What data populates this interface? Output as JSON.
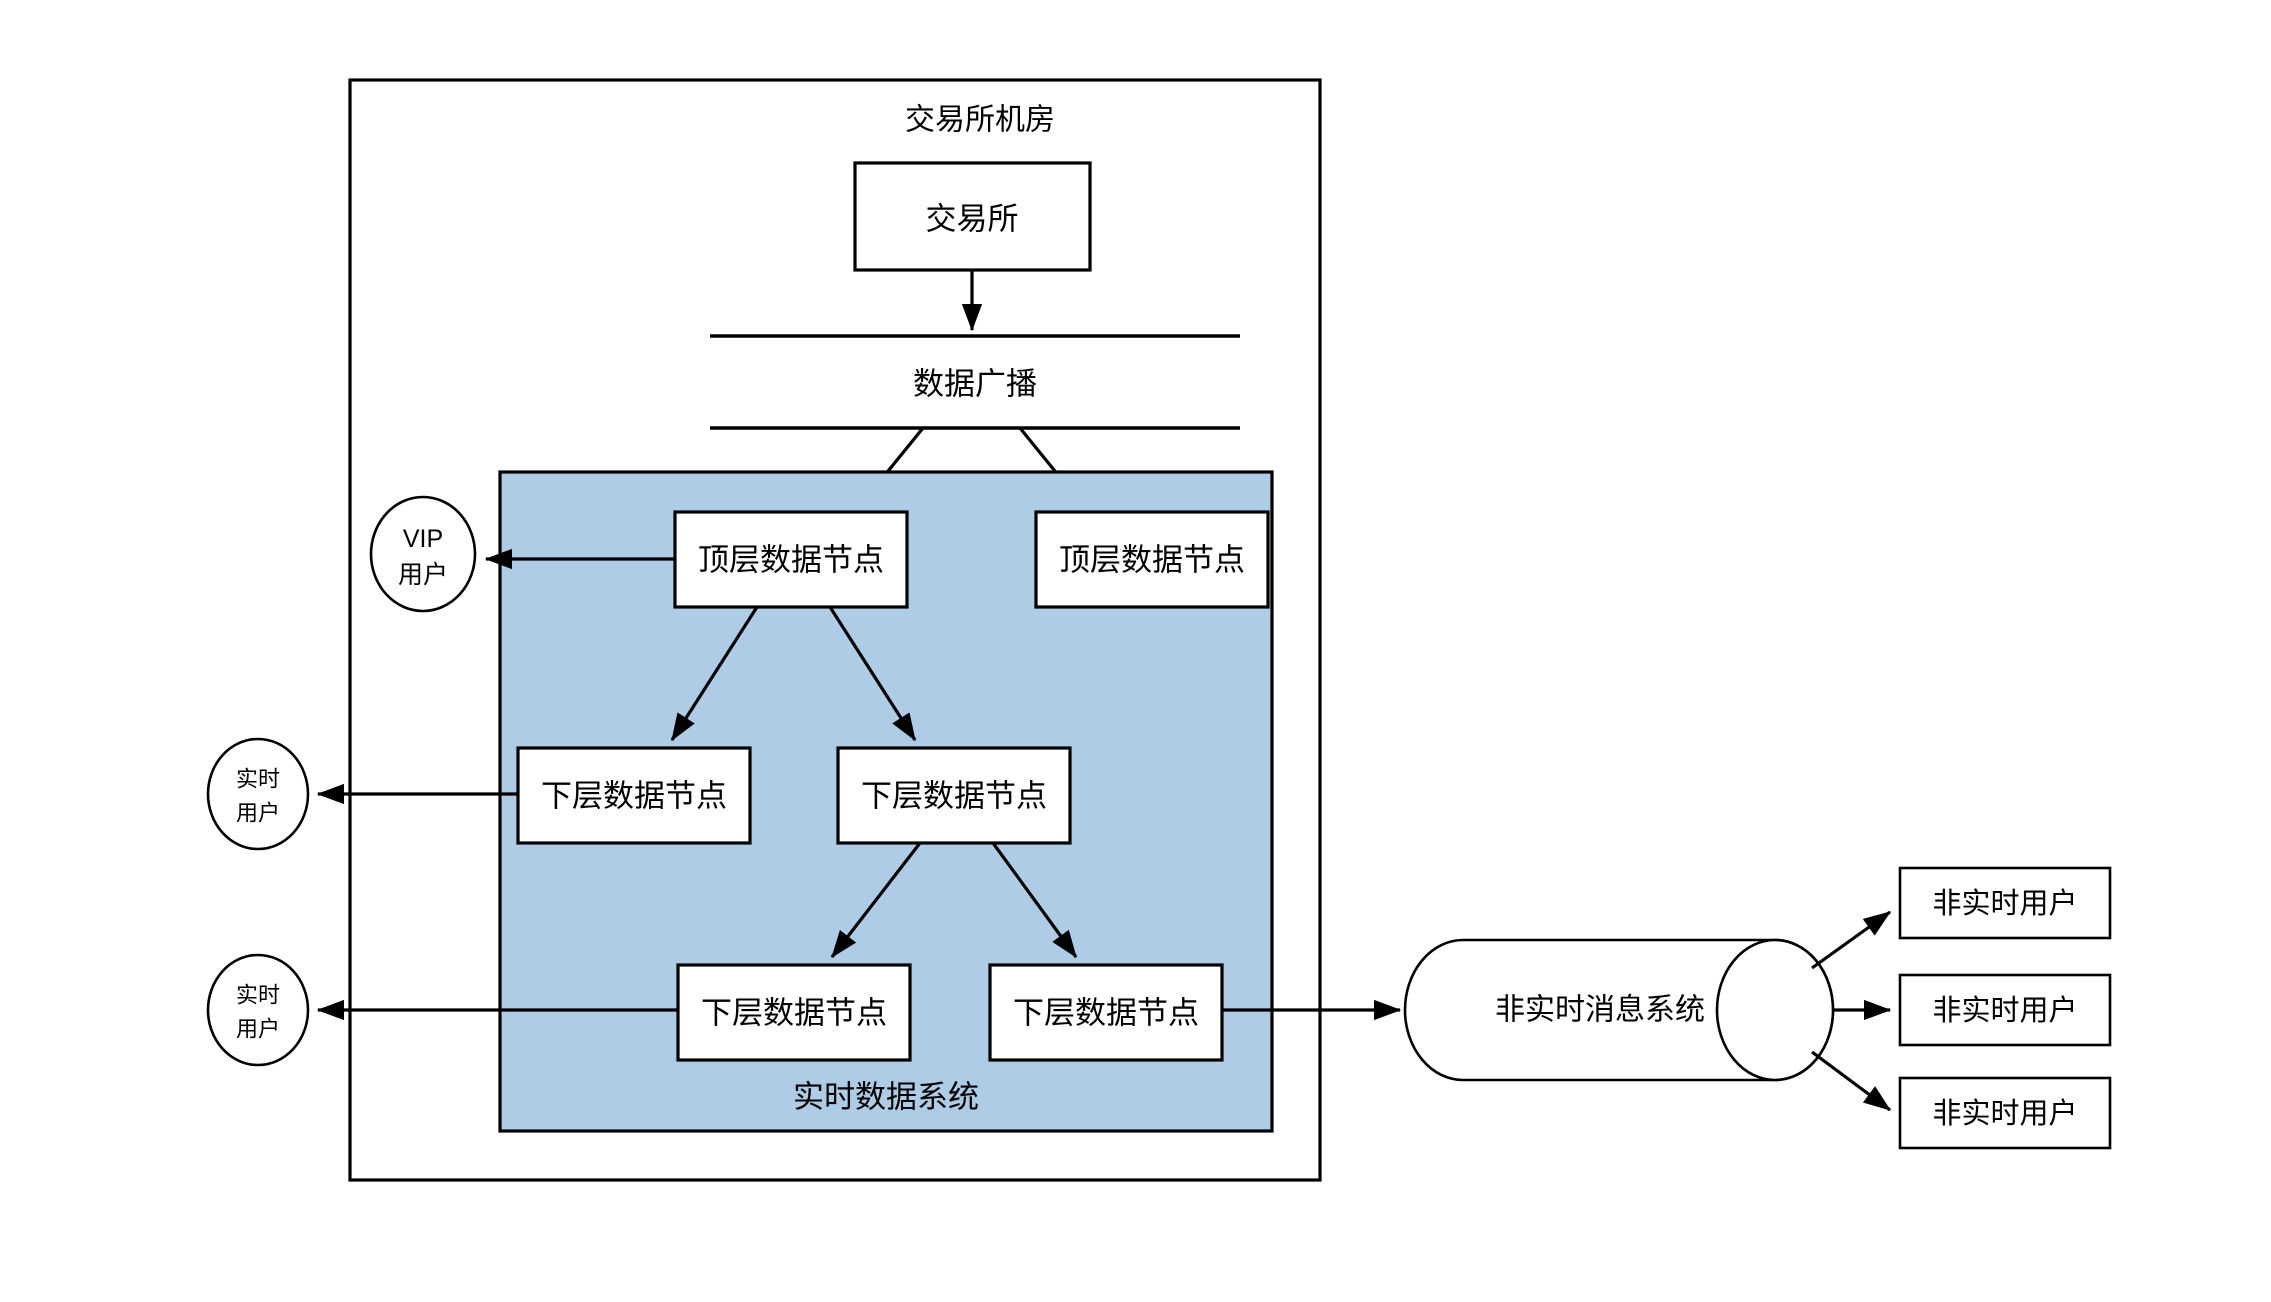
{
  "diagram": {
    "title": "交易所机房",
    "exchange_box": {
      "label": "交易所"
    },
    "broadcast_lane": {
      "label": "数据广播"
    },
    "realtime_system": {
      "label": "实时数据系统",
      "fill_color": "#AECCE5"
    },
    "nodes": {
      "top_left": {
        "label": "顶层数据节点"
      },
      "top_right": {
        "label": "顶层数据节点"
      },
      "mid_left": {
        "label": "下层数据节点"
      },
      "mid_right": {
        "label": "下层数据节点"
      },
      "bottom_left": {
        "label": "下层数据节点"
      },
      "bottom_right": {
        "label": "下层数据节点"
      }
    },
    "consumers": {
      "vip": {
        "line1": "VIP",
        "line2": "用户"
      },
      "realtime_upper": {
        "line1": "实时",
        "line2": "用户"
      },
      "realtime_lower": {
        "line1": "实时",
        "line2": "用户"
      }
    },
    "message_system": {
      "label": "非实时消息系统"
    },
    "non_realtime_users": [
      {
        "label": "非实时用户"
      },
      {
        "label": "非实时用户"
      },
      {
        "label": "非实时用户"
      }
    ]
  },
  "colors": {
    "stroke": "#000000",
    "canvas": "#ffffff",
    "system_fill": "#AECCE5",
    "node_fill": "#ffffff"
  }
}
